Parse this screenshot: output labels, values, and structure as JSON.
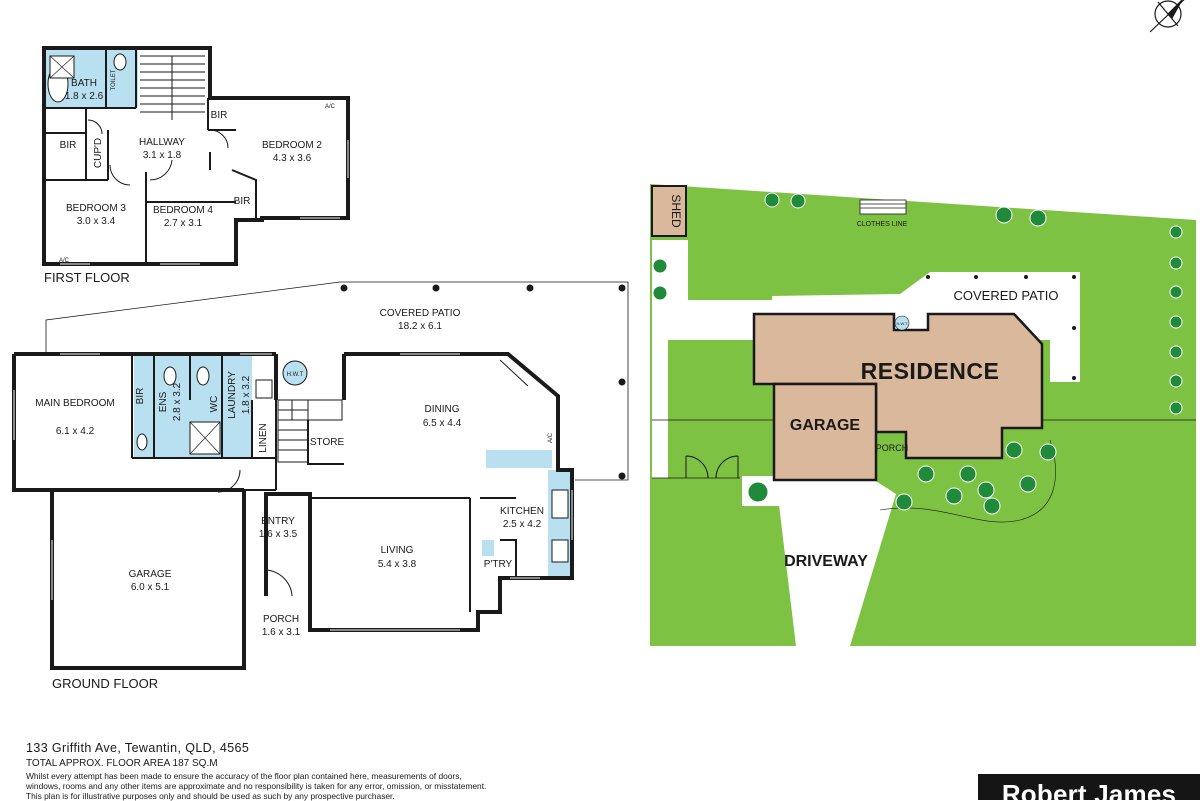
{
  "first_floor": {
    "label": "FIRST FLOOR",
    "rooms": [
      {
        "name": "BATH",
        "size": "1.8 x 2.6"
      },
      {
        "name": "TOILET"
      },
      {
        "name": "HALLWAY",
        "size": "3.1 x 1.8"
      },
      {
        "name": "BEDROOM 2",
        "size": "4.3 x 3.6"
      },
      {
        "name": "BEDROOM 3",
        "size": "3.0 x 3.4"
      },
      {
        "name": "BEDROOM 4",
        "size": "2.7 x 3.1"
      },
      {
        "name": "BIR"
      },
      {
        "name": "CUP'D"
      }
    ],
    "ac_label": "A/C"
  },
  "ground_floor": {
    "label": "GROUND FLOOR",
    "rooms": [
      {
        "name": "COVERED PATIO",
        "size": "18.2 x 6.1"
      },
      {
        "name": "MAIN BEDROOM",
        "size": "6.1 x 4.2"
      },
      {
        "name": "ENS",
        "size": "2.8 x 3.2"
      },
      {
        "name": "WC"
      },
      {
        "name": "LAUNDRY",
        "size": "1.8 x 3.2"
      },
      {
        "name": "LINEN"
      },
      {
        "name": "STORE"
      },
      {
        "name": "DINING",
        "size": "6.5 x 4.4"
      },
      {
        "name": "KITCHEN",
        "size": "2.5 x 4.2"
      },
      {
        "name": "P'TRY"
      },
      {
        "name": "ENTRY",
        "size": "1.6 x 3.5"
      },
      {
        "name": "LIVING",
        "size": "5.4 x 3.8"
      },
      {
        "name": "GARAGE",
        "size": "6.0 x 5.1"
      },
      {
        "name": "PORCH",
        "size": "1.6 x 3.1"
      },
      {
        "name": "BIR"
      }
    ],
    "hwt_label": "H.W.T",
    "ac_label": "A/C"
  },
  "site_plan": {
    "shed": "SHED",
    "clothes_line": "CLOTHES LINE",
    "covered_patio": "COVERED PATIO",
    "residence": "RESIDENCE",
    "garage": "GARAGE",
    "porch": "PORCH",
    "driveway": "DRIVEWAY",
    "hwt": "H.W.T",
    "colors": {
      "lawn": "#7dc242",
      "building": "#d9b89c",
      "wet_area": "#b9e0f0"
    }
  },
  "footer": {
    "address": "133 Griffith Ave, Tewantin, QLD, 4565",
    "floor_area": "TOTAL APPROX. FLOOR AREA 187 SQ.M",
    "disclaimer": [
      "Whilst every attempt has been made to ensure the accuracy of the floor plan contained here, measurements of doors,",
      "windows, rooms and any other items are approximate and no responsibility is taken for any error, omission, or misstatement.",
      "This plan is for illustrative purposes only and should be used as such by any prospective purchaser."
    ]
  },
  "brand": "Robert James",
  "icons": {
    "compass": "north-compass-icon"
  }
}
